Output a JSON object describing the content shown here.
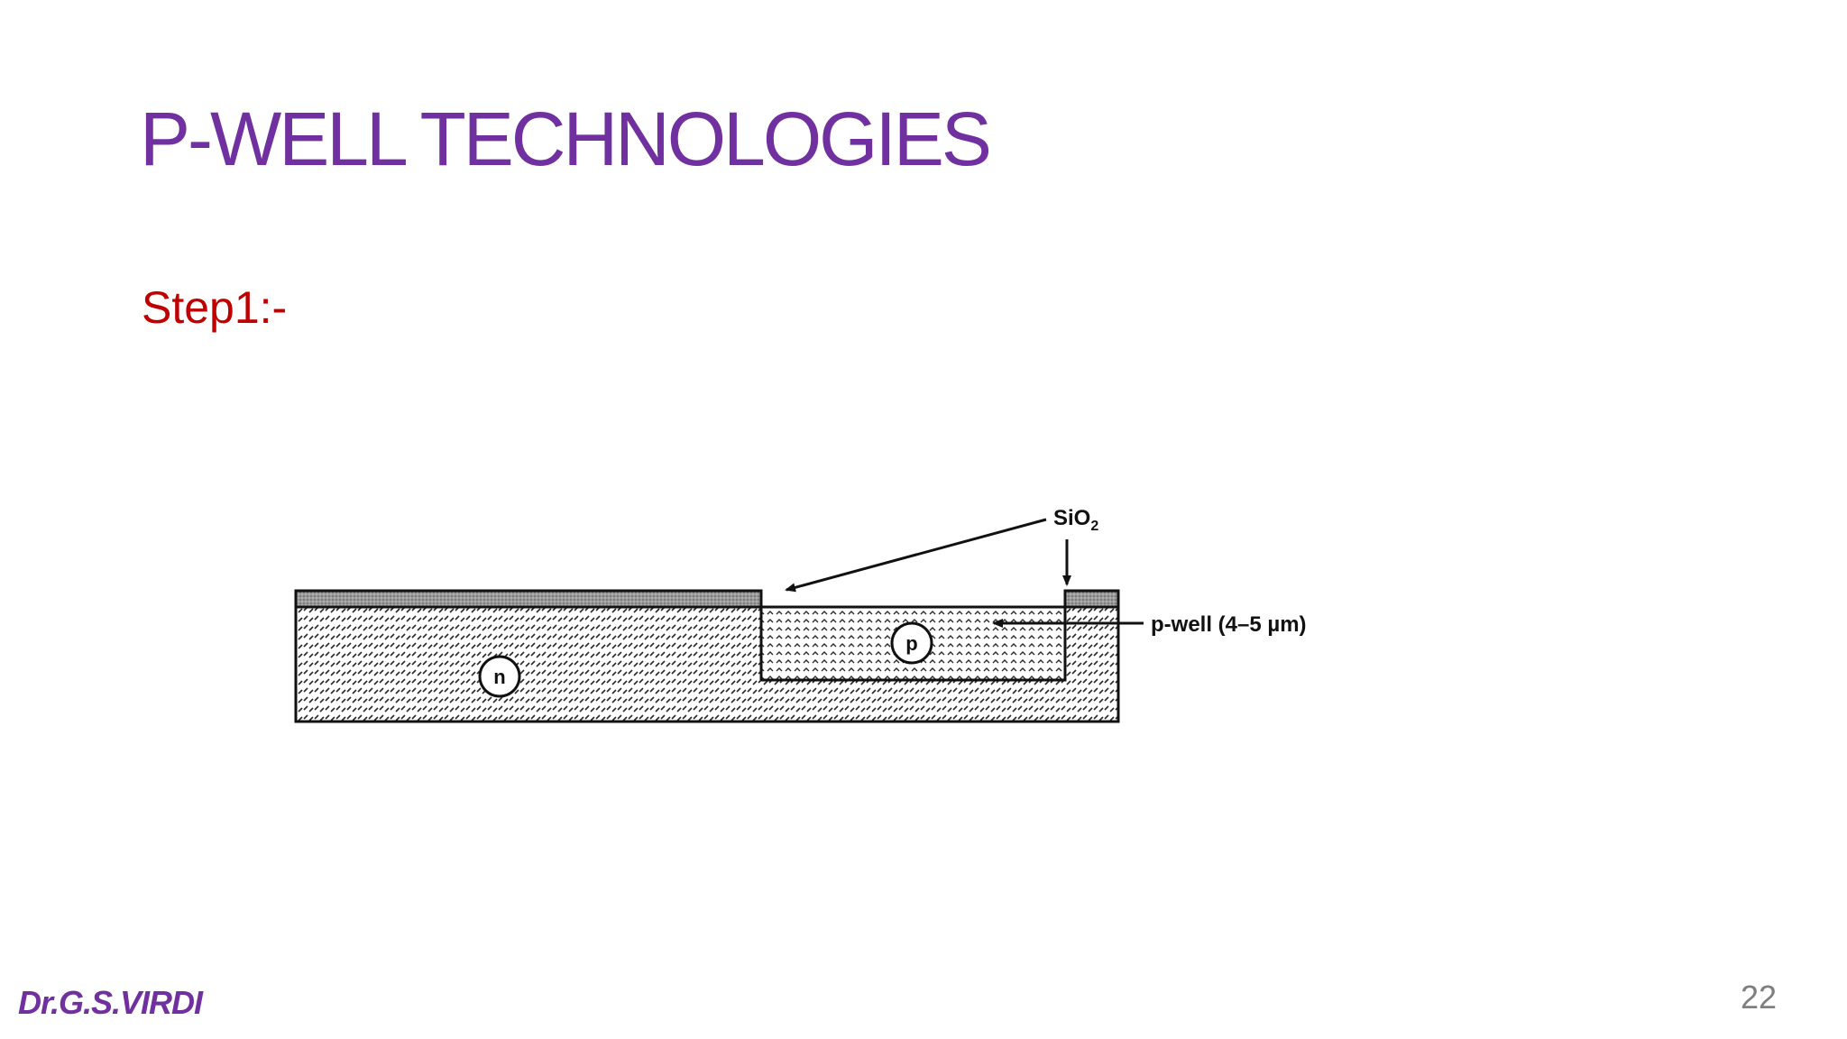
{
  "slide": {
    "title": "P-WELL TECHNOLOGIES",
    "step": "Step1:-",
    "author": "Dr.G.S.VIRDI",
    "page_number": "22"
  },
  "figure": {
    "label_sio2_main": "SiO",
    "label_sio2_sub": "2",
    "label_pwell": "p-well (4–5 µm)",
    "region_n": "n",
    "region_p": "p"
  },
  "colors": {
    "title": "#7030a0",
    "step": "#c00000",
    "author": "#7030a0",
    "page_number": "#7f7f7f"
  }
}
